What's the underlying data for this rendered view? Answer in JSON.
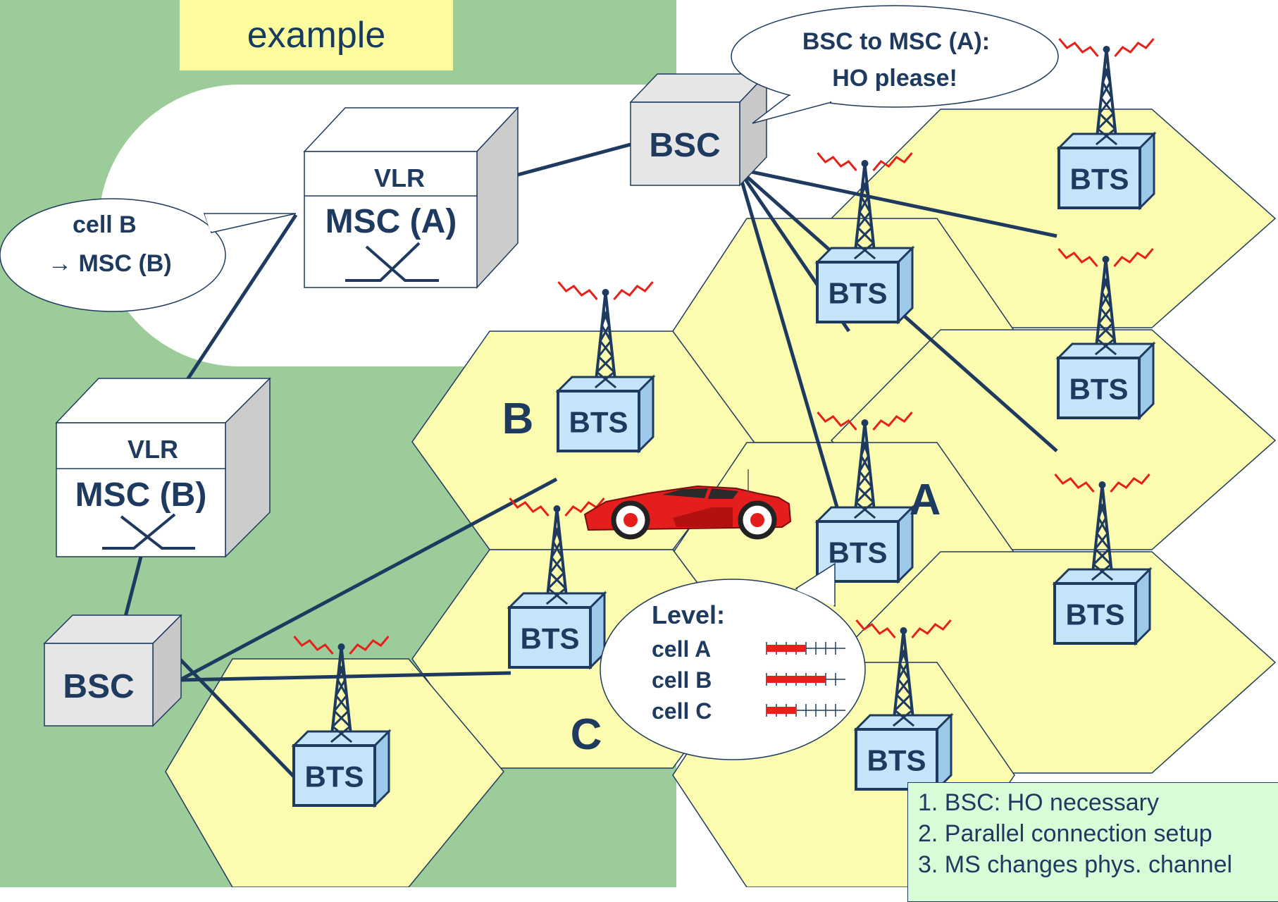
{
  "title": "example",
  "speech": {
    "bsc_to_msc_line1": "BSC to MSC (A):",
    "bsc_to_msc_line2": "HO please!",
    "cellb_line1": "cell B",
    "cellb_line2": "→ MSC (B)"
  },
  "msc_a": {
    "vlr": "VLR",
    "name": "MSC (A)"
  },
  "msc_b": {
    "vlr": "VLR",
    "name": "MSC (B)"
  },
  "bsc_top": "BSC",
  "bsc_bottom": "BSC",
  "bts_label": "BTS",
  "cells": {
    "a": "A",
    "b": "B",
    "c": "C"
  },
  "level": {
    "title": "Level:",
    "rows": [
      {
        "label": "cell A",
        "value": 0.5
      },
      {
        "label": "cell B",
        "value": 0.75
      },
      {
        "label": "cell C",
        "value": 0.38
      }
    ]
  },
  "steps": [
    "1. BSC: HO necessary",
    "2. Parallel connection setup",
    "3. MS changes phys. channel"
  ],
  "colors": {
    "green_bg": "#9ccc9a",
    "cell_fill": "#fcfcb0",
    "line": "#1f3a5f",
    "bts_fill": "#c4e4fa",
    "antenna_signal": "#e8201a",
    "car": "#e41d1d"
  }
}
